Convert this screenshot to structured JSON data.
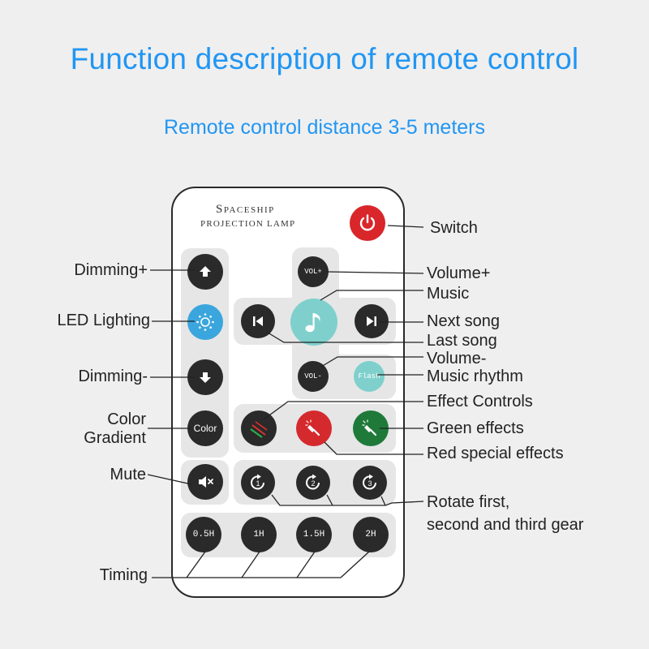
{
  "header": {
    "title": "Function description of remote control",
    "subtitle": "Remote control distance 3-5 meters"
  },
  "remote": {
    "brand_line1": "Spaceship",
    "brand_line2": "PROJECTION LAMP",
    "buttons": {
      "vol_up": "VOL+",
      "vol_down": "VOL-",
      "flash": "Flash",
      "color": "Color",
      "t05": "0.5H",
      "t1": "1H",
      "t15": "1.5H",
      "t2": "2H"
    }
  },
  "labels": {
    "switch": "Switch",
    "volume_up": "Volume+",
    "music": "Music",
    "next_song": "Next song",
    "last_song": "Last song",
    "volume_down": "Volume-",
    "music_rhythm": "Music rhythm",
    "effect_controls": "Effect Controls",
    "green_effects": "Green effects",
    "red_effects": "Red special effects",
    "rotate_line1": "Rotate first,",
    "rotate_line2": "second and third gear",
    "dimming_up": "Dimming+",
    "led_lighting": "LED Lighting",
    "dimming_down": "Dimming-",
    "color_line1": "Color",
    "color_line2": "Gradient",
    "mute": "Mute",
    "timing": "Timing"
  },
  "colors": {
    "title_blue": "#2196f3",
    "power_red": "#d8262b",
    "led_blue": "#3aa6dd",
    "music_teal": "#7fd0cc",
    "red_effect": "#d42a2e",
    "green_effect": "#1f7a3a"
  }
}
